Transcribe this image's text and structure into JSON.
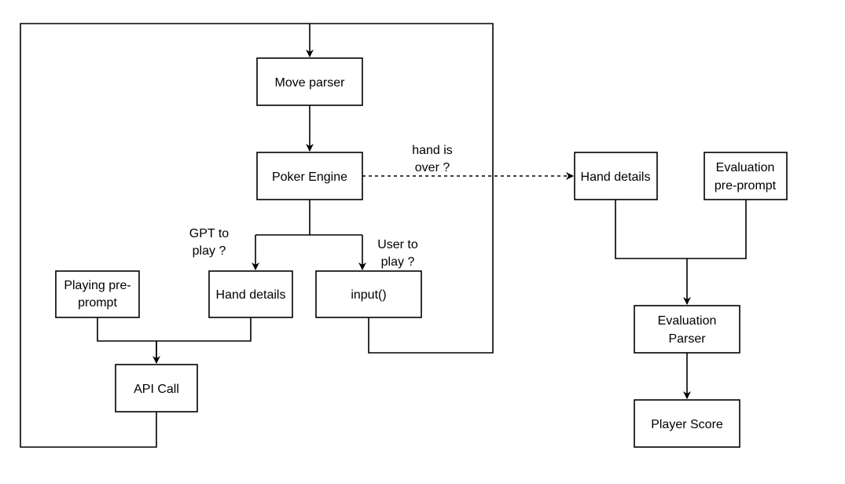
{
  "nodes": {
    "move_parser": "Move parser",
    "poker_engine": "Poker Engine",
    "hand_details_left": "Hand details",
    "input": "input()",
    "playing_preprompt": [
      "Playing pre-",
      "prompt"
    ],
    "api_call": "API Call",
    "hand_details_right": "Hand details",
    "evaluation_preprompt": [
      "Evaluation",
      "pre-prompt"
    ],
    "evaluation_parser": [
      "Evaluation",
      "Parser"
    ],
    "player_score": "Player Score"
  },
  "edge_labels": {
    "hand_is_over": [
      "hand is",
      "over ?"
    ],
    "gpt_to_play": [
      "GPT to",
      "play ?"
    ],
    "user_to_play": [
      "User to",
      "play ?"
    ]
  }
}
